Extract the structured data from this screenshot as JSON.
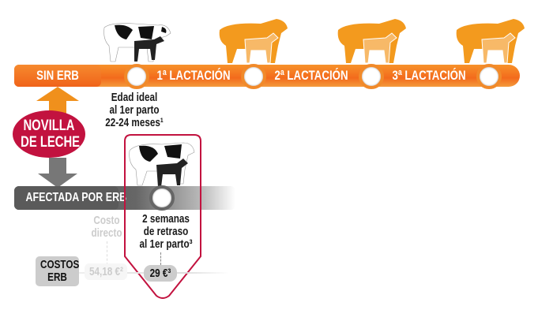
{
  "timeline": {
    "start_label": "SIN ERB",
    "stages": [
      "1ª LACTACIÓN",
      "2ª LACTACIÓN",
      "3ª LACTACIÓN"
    ],
    "ideal_note": [
      "Edad ideal",
      "al 1er parto",
      "22-24 meses¹"
    ]
  },
  "center": {
    "label_line1": "NOVILLA",
    "label_line2": "DE LECHE"
  },
  "affected": {
    "label": "AFECTADA POR ERB",
    "delay_note": [
      "2 semanas",
      "de retraso",
      "al 1er parto³"
    ],
    "direct_cost_label": [
      "Costo",
      "directo"
    ]
  },
  "costs": {
    "label_line1": "COSTOS",
    "label_line2": "ERB",
    "direct_value": "54,18 €²",
    "delay_value": "29 €³"
  },
  "colors": {
    "orange": "#f36a1c",
    "crimson": "#c2123f",
    "gray": "#5a5a5a"
  }
}
